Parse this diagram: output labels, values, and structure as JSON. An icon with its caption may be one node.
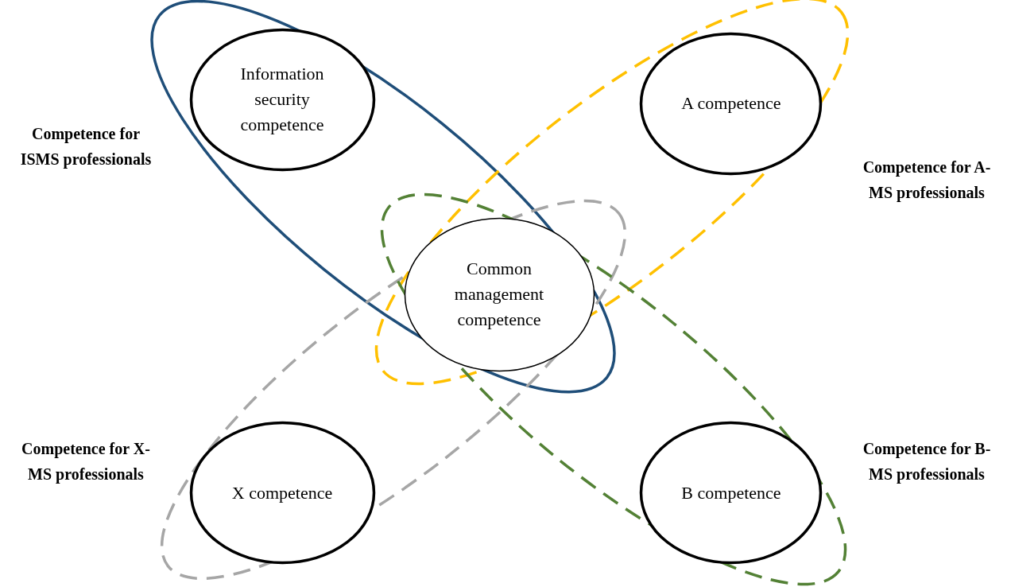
{
  "diagram": {
    "nodes": [
      {
        "text": [
          "Competence for ISMS professionals"
        ]
      },
      {
        "text": [
          "Information security competence"
        ],
        "in": 0
      },
      {
        "text": [
          "Competence for A-MS professionals"
        ]
      },
      {
        "text": [
          "A competence"
        ],
        "in": 2
      },
      {
        "text": [
          "Competence for X-MS professionals"
        ]
      },
      {
        "text": [
          "Competence for B-MS professionals"
        ]
      },
      {
        "text": [
          "Common management competence"
        ]
      },
      {
        "text": [
          "X competence"
        ],
        "in": 4
      },
      {
        "text": [
          "B competence"
        ],
        "in": 5
      }
    ]
  }
}
